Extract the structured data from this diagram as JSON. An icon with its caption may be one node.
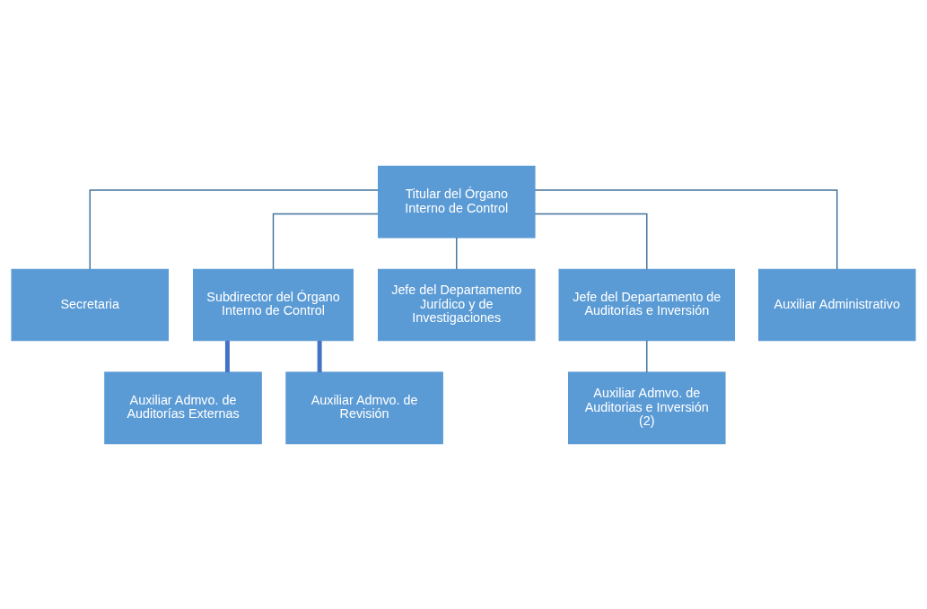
{
  "diagram": {
    "nodes": [
      {
        "text": [
          "Titular del Órgano Interno de Control"
        ]
      },
      {
        "text": [
          "Secretaria"
        ]
      },
      {
        "text": [
          "Subdirector del Órgano Interno de Control"
        ]
      },
      {
        "text": [
          "Jefe del Departamento Jurídico y de Investigaciones"
        ]
      },
      {
        "text": [
          "Jefe del Departamento de Auditorías e Inversión"
        ]
      },
      {
        "text": [
          "Auxiliar Administrativo"
        ]
      },
      {
        "text": [
          "Auxiliar Admvo. de Auditorias e Inversión (2)"
        ]
      },
      {
        "text": [
          "Auxiliar Admvo. de Auditorías Externas"
        ]
      },
      {
        "text": [
          "Auxiliar Admvo. de Revisión"
        ]
      }
    ],
    "edges": [
      {
        "from": 0,
        "to": 1,
        "arrow": "none"
      },
      {
        "from": 0,
        "to": 2,
        "arrow": "none"
      },
      {
        "from": 0,
        "to": 3,
        "arrow": "none"
      },
      {
        "from": 0,
        "to": 4,
        "arrow": "none"
      },
      {
        "from": 0,
        "to": 5,
        "arrow": "none"
      },
      {
        "from": 4,
        "to": 6,
        "arrow": "none"
      },
      {
        "from": 2,
        "to": 7,
        "arrow": "none",
        "style": "thick",
        "color": "#4472c4"
      },
      {
        "from": 2,
        "to": 8,
        "arrow": "none",
        "style": "thick",
        "color": "#4472c4"
      }
    ]
  }
}
